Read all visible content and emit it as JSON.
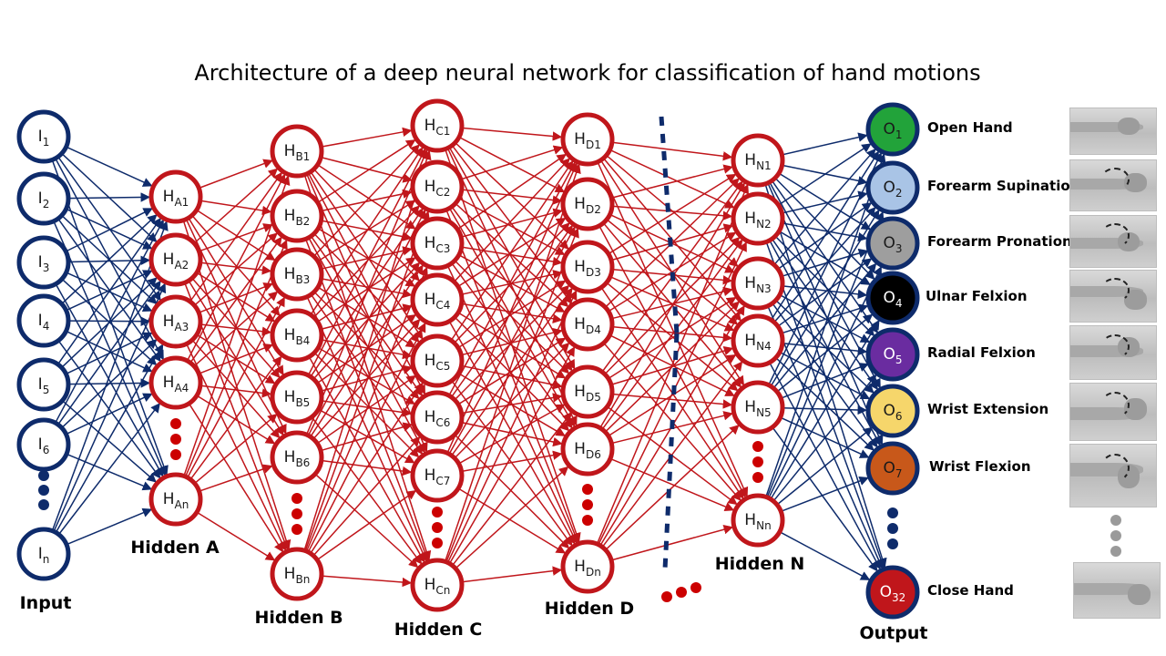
{
  "title": "Architecture of a deep neural network for classification of hand motions",
  "colors": {
    "input_stroke": "#0e2b6b",
    "hidden_stroke": "#c0161b",
    "blue_edge": "#0e2b6b",
    "red_edge": "#c0161b",
    "dots_red": "#cc0000",
    "dots_navy": "#0e2b6b"
  },
  "layers": {
    "input": {
      "label": "Input",
      "nodes": [
        {
          "base": "I",
          "sub": "1"
        },
        {
          "base": "I",
          "sub": "2"
        },
        {
          "base": "I",
          "sub": "3"
        },
        {
          "base": "I",
          "sub": "4"
        },
        {
          "base": "I",
          "sub": "5"
        },
        {
          "base": "I",
          "sub": "6"
        },
        {
          "base": "I",
          "sub": "n"
        }
      ]
    },
    "hidden_a": {
      "label": "Hidden A",
      "nodes": [
        {
          "base": "H",
          "sub": "A1"
        },
        {
          "base": "H",
          "sub": "A2"
        },
        {
          "base": "H",
          "sub": "A3"
        },
        {
          "base": "H",
          "sub": "A4"
        },
        {
          "base": "H",
          "sub": "An"
        }
      ]
    },
    "hidden_b": {
      "label": "Hidden B",
      "nodes": [
        {
          "base": "H",
          "sub": "B1"
        },
        {
          "base": "H",
          "sub": "B2"
        },
        {
          "base": "H",
          "sub": "B3"
        },
        {
          "base": "H",
          "sub": "B4"
        },
        {
          "base": "H",
          "sub": "B5"
        },
        {
          "base": "H",
          "sub": "B6"
        },
        {
          "base": "H",
          "sub": "Bn"
        }
      ]
    },
    "hidden_c": {
      "label": "Hidden C",
      "nodes": [
        {
          "base": "H",
          "sub": "C1"
        },
        {
          "base": "H",
          "sub": "C2"
        },
        {
          "base": "H",
          "sub": "C3"
        },
        {
          "base": "H",
          "sub": "C4"
        },
        {
          "base": "H",
          "sub": "C5"
        },
        {
          "base": "H",
          "sub": "C6"
        },
        {
          "base": "H",
          "sub": "C7"
        },
        {
          "base": "H",
          "sub": "Cn"
        }
      ]
    },
    "hidden_d": {
      "label": "Hidden D",
      "nodes": [
        {
          "base": "H",
          "sub": "D1"
        },
        {
          "base": "H",
          "sub": "D2"
        },
        {
          "base": "H",
          "sub": "D3"
        },
        {
          "base": "H",
          "sub": "D4"
        },
        {
          "base": "H",
          "sub": "D5"
        },
        {
          "base": "H",
          "sub": "D6"
        },
        {
          "base": "H",
          "sub": "Dn"
        }
      ]
    },
    "hidden_n": {
      "label": "Hidden N",
      "nodes": [
        {
          "base": "H",
          "sub": "N1"
        },
        {
          "base": "H",
          "sub": "N2"
        },
        {
          "base": "H",
          "sub": "N3"
        },
        {
          "base": "H",
          "sub": "N4"
        },
        {
          "base": "H",
          "sub": "N5"
        },
        {
          "base": "H",
          "sub": "Nn"
        }
      ]
    },
    "output": {
      "label": "Output",
      "nodes": [
        {
          "base": "O",
          "sub": "1",
          "fill": "#22a33a",
          "motion": "Open Hand"
        },
        {
          "base": "O",
          "sub": "2",
          "fill": "#a9c4e6",
          "motion": "Forearm Supination"
        },
        {
          "base": "O",
          "sub": "3",
          "fill": "#9e9e9e",
          "motion": "Forearm Pronation"
        },
        {
          "base": "O",
          "sub": "4",
          "fill": "#000000",
          "motion": "Ulnar Felxion"
        },
        {
          "base": "O",
          "sub": "5",
          "fill": "#6a2ca0",
          "motion": "Radial Felxion"
        },
        {
          "base": "O",
          "sub": "6",
          "fill": "#f6d66b",
          "motion": "Wrist Extension"
        },
        {
          "base": "O",
          "sub": "7",
          "fill": "#c8581a",
          "motion": "Wrist Flexion"
        },
        {
          "base": "O",
          "sub": "32",
          "fill": "#c0161b",
          "motion": "Close Hand"
        }
      ]
    }
  }
}
